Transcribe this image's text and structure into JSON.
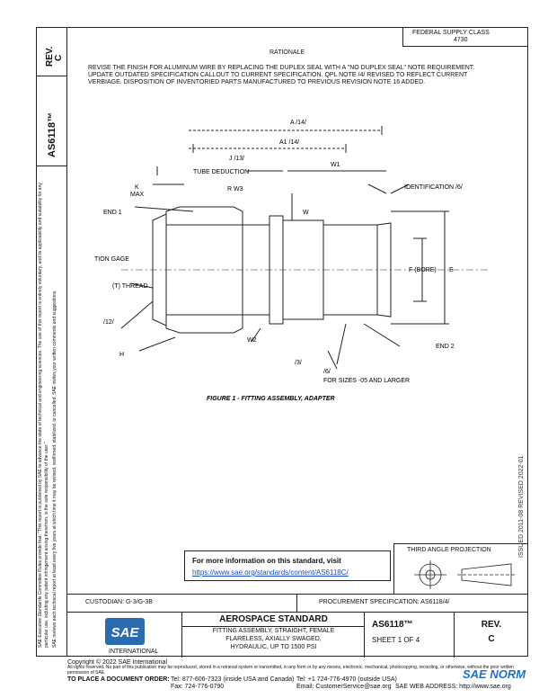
{
  "side_left": {
    "rev_label": "REV.",
    "rev_value": "C",
    "doc_number": "AS6118™",
    "disclaimer": "SAE Executive Standards Committee Rules provide that: \"This report is published by SAE to advance the state of technical and engineering sciences. The use of this report is entirely voluntary, and its applicability and suitability for any particular use, including any patent infringement arising therefrom, is the sole responsibility of the user.\"",
    "disclaimer2": "SAE reviews each technical report at least every five years at which time it may be revised, reaffirmed, stabilized, or cancelled. SAE invites your written comments and suggestions."
  },
  "side_right": {
    "dates": "ISSUED 2011-08   REVISED 2022-01"
  },
  "top_right_box": {
    "line1": "FEDERAL SUPPLY CLASS",
    "line2": "4730"
  },
  "rationale": {
    "heading": "RATIONALE",
    "body": "REVISE THE FINISH FOR ALUMINUM WIRE BY REPLACING THE DUPLEX SEAL WITH A \"NO DUPLEX SEAL\" NOTE REQUIREMENT. UPDATE OUTDATED SPECIFICATION CALLOUT TO CURRENT SPECIFICATION. QPL NOTE /4/ REVISED TO REFLECT CURRENT VERBIAGE. DISPOSITION OF INVENTORIED PARTS MANUFACTURED TO PREVIOUS REVISION NOTE 16 ADDED."
  },
  "drawing": {
    "labels": {
      "a": "A /14/",
      "a1": "A1 /14/",
      "j": "J /13/",
      "tube_deduction": "TUBE DEDUCTION",
      "w1": "W1",
      "k": "K",
      "max": "MAX",
      "r_w3": "R W3",
      "w": "W",
      "ident": "IDENTIFICATION /6/",
      "end1": "END 1",
      "tion_gage": "TION GAGE",
      "t_thread": "(T) THREAD",
      "f_bore": "F (BORE)",
      "e": "E",
      "n12": "/12/",
      "w2": "W2",
      "h": "H",
      "n3": "/3/",
      "end2": "END 2",
      "n6": "/6/",
      "sizes": "FOR SIZES -05 AND LARGER"
    },
    "caption": "FIGURE 1 - FITTING ASSEMBLY, ADAPTER"
  },
  "info_box": {
    "line1": "For more information on this standard, visit",
    "link": "https://www.sae.org/standards/content/AS6118C/"
  },
  "projection": {
    "label": "THIRD ANGLE PROJECTION"
  },
  "custodian": "CUSTODIAN: G-3/G-3B",
  "procurement": "PROCUREMENT SPECIFICATION: AS6118/4/",
  "title_block": {
    "brand": "SAE",
    "brand_sub": "INTERNATIONAL",
    "standard": "AEROSPACE STANDARD",
    "desc1": "FITTING ASSEMBLY, STRAIGHT, FEMALE",
    "desc2": "FLARELESS, AXIALLY SWAGED,",
    "desc3": "HYDRAULIC, UP TO 1500 PSI",
    "doc": "AS6118™",
    "sheet": "SHEET 1 OF 4",
    "rev_label": "REV.",
    "rev": "C"
  },
  "footer": {
    "copyright": "Copyright © 2022 SAE International",
    "rights": "All rights reserved. No part of this publication may be reproduced, stored in a retrieval system or transmitted, in any form or by any means, electronic, mechanical, photocopying, recording, or otherwise, without the prior written permission of SAE.",
    "order": "TO PLACE A DOCUMENT ORDER:",
    "tel1": "Tel: 877-606-7323 (inside USA and Canada)",
    "tel2": "Tel: +1 724-776-4970 (outside USA)",
    "fax": "Fax: 724-776-0790",
    "email": "Email: CustomerService@sae.org",
    "web": "SAE WEB ADDRESS: http://www.sae.org",
    "watermark": "SAE NORM"
  }
}
